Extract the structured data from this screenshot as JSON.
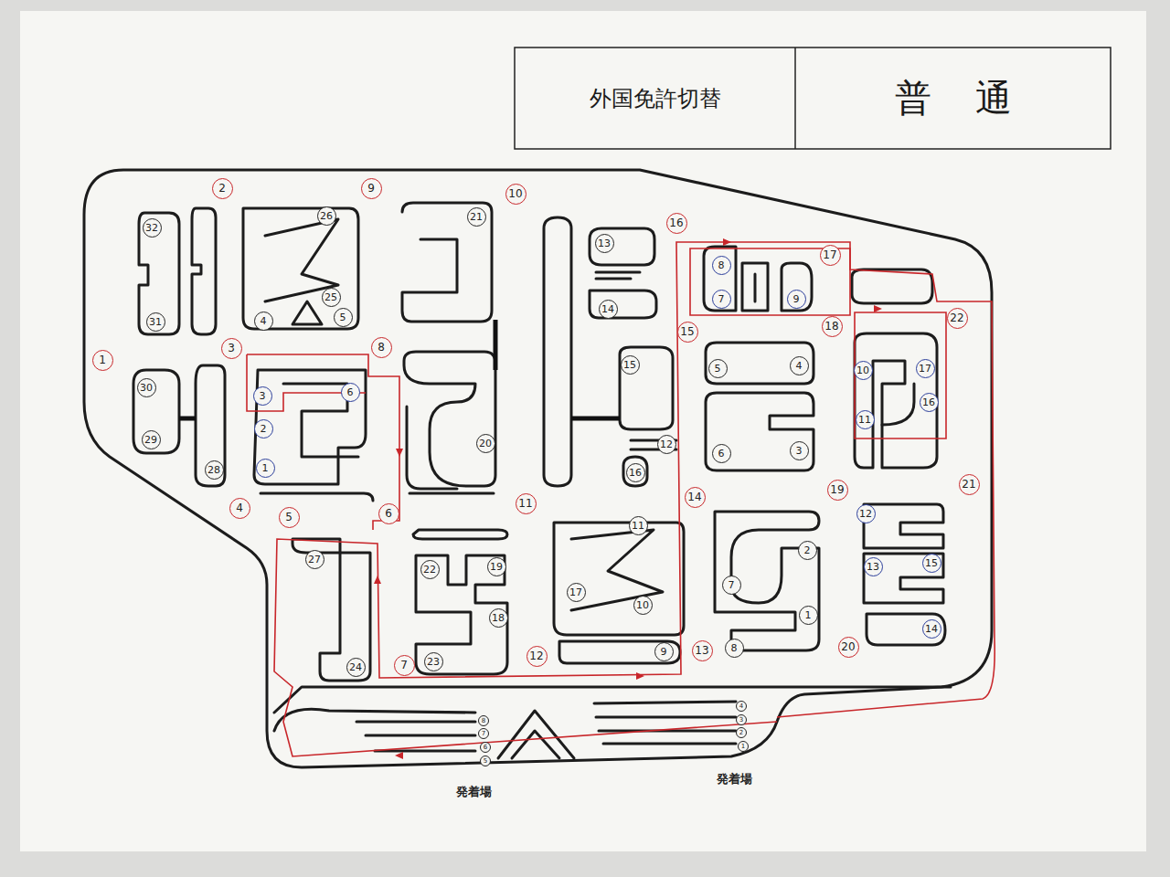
{
  "diagram": {
    "nodes": [
      {
        "text": [
          "外国免許切替"
        ]
      },
      {
        "text": [
          "普通"
        ]
      }
    ],
    "labels": [
      "1",
      "2",
      "3",
      "4",
      "5",
      "6",
      "7",
      "8",
      "9",
      "10",
      "11",
      "12",
      "13",
      "14",
      "15",
      "16",
      "17",
      "18",
      "19",
      "20",
      "21",
      "22",
      "32",
      "31",
      "26",
      "4",
      "25",
      "5",
      "21",
      "13",
      "14",
      "30",
      "29",
      "28",
      "20",
      "15",
      "12",
      "16",
      "27",
      "24",
      "22",
      "19",
      "18",
      "23",
      "11",
      "17",
      "10",
      "9",
      "5",
      "4",
      "6",
      "3",
      "2",
      "7",
      "1",
      "8",
      "8",
      "7",
      "9",
      "3",
      "6",
      "2",
      "1",
      "10",
      "17",
      "16",
      "11",
      "12",
      "13",
      "15",
      "14",
      "8",
      "7",
      "6",
      "5",
      "4",
      "3",
      "2",
      "1",
      "発着場",
      "発着場"
    ]
  }
}
